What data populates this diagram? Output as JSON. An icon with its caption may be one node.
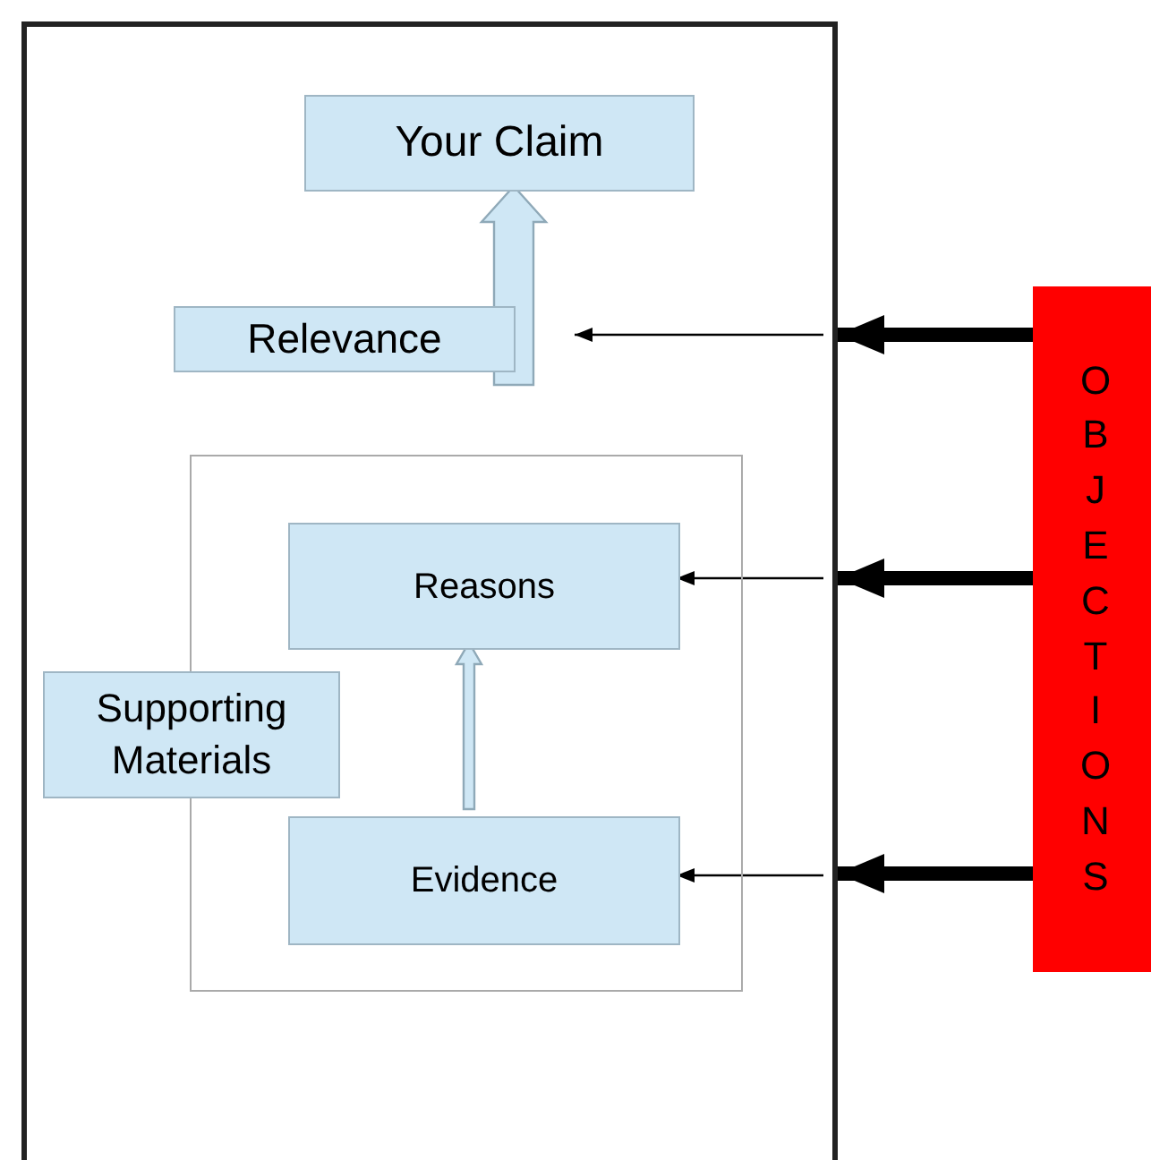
{
  "diagram": {
    "nodes": [
      {
        "text": [],
        "shape": "box"
      },
      {
        "text": [
          "Your Claim"
        ],
        "in": 0
      },
      {
        "text": [
          "Relevance"
        ],
        "in": 0
      },
      {
        "text": [],
        "shape": "box",
        "in": 0
      },
      {
        "text": [
          "Reasons"
        ],
        "in": 3
      },
      {
        "text": [
          "Evidence"
        ],
        "in": 3
      },
      {
        "text": [
          "Supporting Materials"
        ],
        "in": 0
      },
      {
        "text": [
          "OBJECTIONS"
        ]
      }
    ],
    "edges": [
      {
        "from": 2,
        "to": 1,
        "arrow": "to",
        "style": "thick",
        "color": "#cfe7f5"
      },
      {
        "from": 5,
        "to": 4,
        "arrow": "to",
        "color": "#cfe7f5"
      },
      {
        "from": 7,
        "to": 0,
        "arrow": "to",
        "style": "thick"
      },
      {
        "from": 7,
        "to": 0,
        "arrow": "to",
        "style": "thick"
      },
      {
        "from": 7,
        "to": 0,
        "arrow": "to",
        "style": "thick"
      },
      {
        "from": null,
        "to": 2,
        "arrow": "to"
      },
      {
        "from": null,
        "to": 4,
        "arrow": "to"
      },
      {
        "from": null,
        "to": 5,
        "arrow": "to"
      }
    ]
  }
}
